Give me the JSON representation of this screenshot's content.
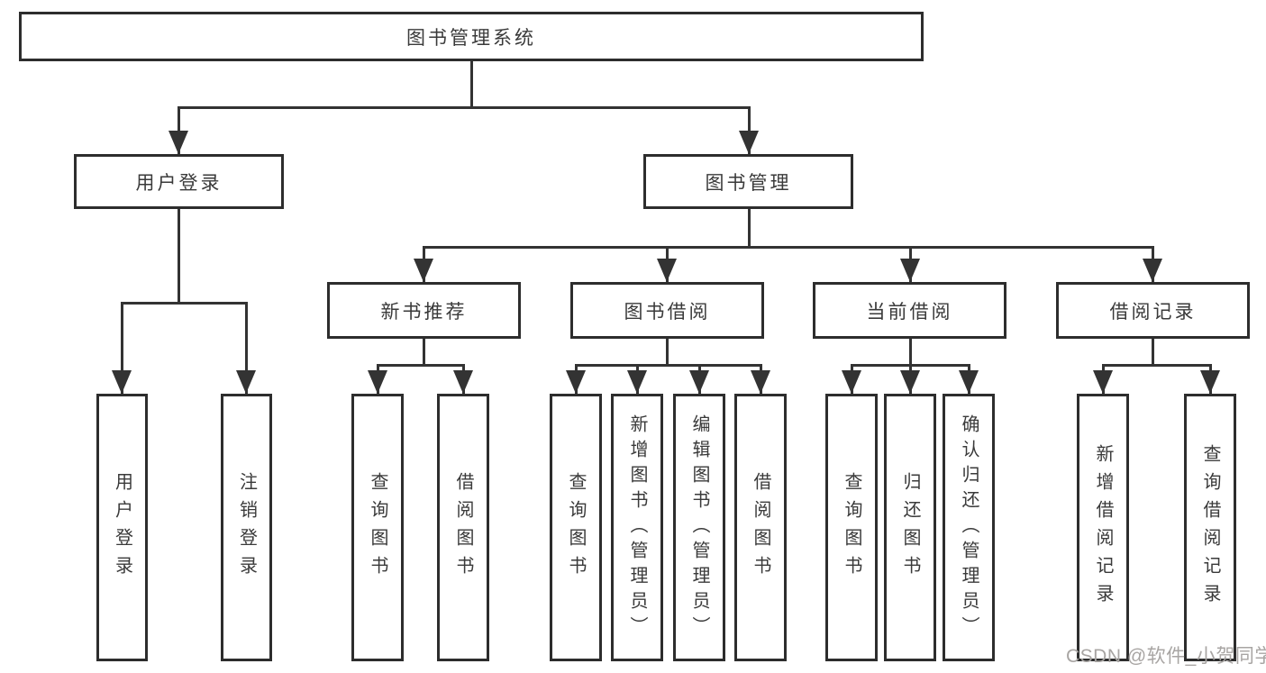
{
  "diagram": {
    "root": {
      "label": "图书管理系统"
    },
    "branches": [
      {
        "label": "用户登录",
        "children": [
          {
            "label": "用户登录"
          },
          {
            "label": "注销登录"
          }
        ]
      },
      {
        "label": "图书管理",
        "children": [
          {
            "label": "新书推荐",
            "children": [
              {
                "label": "查询图书"
              },
              {
                "label": "借阅图书"
              }
            ]
          },
          {
            "label": "图书借阅",
            "children": [
              {
                "label": "查询图书"
              },
              {
                "label": "新增图书（管理员）"
              },
              {
                "label": "编辑图书（管理员）"
              },
              {
                "label": "借阅图书"
              }
            ]
          },
          {
            "label": "当前借阅",
            "children": [
              {
                "label": "查询图书"
              },
              {
                "label": "归还图书"
              },
              {
                "label": "确认归还（管理员）"
              }
            ]
          },
          {
            "label": "借阅记录",
            "children": [
              {
                "label": "新增借阅记录"
              },
              {
                "label": "查询借阅记录"
              }
            ]
          }
        ]
      }
    ]
  },
  "watermark": {
    "text": "CSDN @软件_小贺同学"
  },
  "colors": {
    "line": "#333333",
    "box_border": "#2d2d2d",
    "text": "#3a3a3a",
    "watermark": "#a8a5a3",
    "background": "#ffffff"
  }
}
